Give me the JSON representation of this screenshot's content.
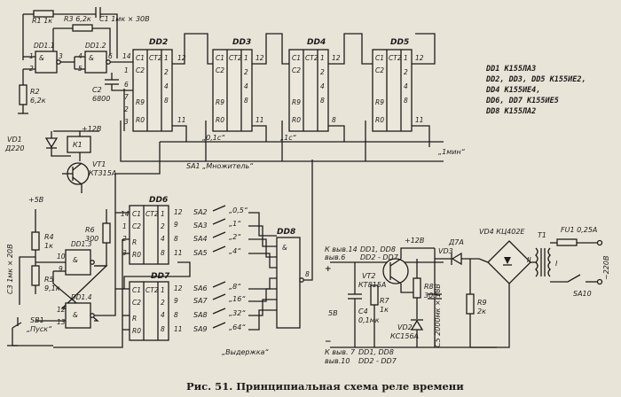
{
  "caption": "Рис. 51. Принципиальная схема реле времени",
  "chips": {
    "dd1_1": "DD1.1",
    "dd1_2": "DD1.2",
    "dd1_3": "DD1.3",
    "dd1_4": "DD1.4",
    "dd2": "DD2",
    "dd3": "DD3",
    "dd4": "DD4",
    "dd5": "DD5",
    "dd6": "DD6",
    "dd7": "DD7",
    "dd8": "DD8"
  },
  "counter_pins": {
    "c1": "C1",
    "c2": "C2",
    "ct2": "CT2",
    "r": "R",
    "r0": "R0",
    "n1": "1",
    "n2": "2",
    "n4": "4",
    "n8": "8"
  },
  "components": {
    "r1": "R1 1к",
    "r3": "R3 6,2к",
    "c1": "C1 1мк × 30В",
    "r2": "R2",
    "r2_val": "6,2к",
    "c2": "C2",
    "c2_val": "6800",
    "vd1": "VD1",
    "vd1_val": "Д220",
    "k1": "К1",
    "plus12": "+12В",
    "vt1": "VT1",
    "vt1_val": "КТ315А",
    "r6": "R6",
    "r6_val": "300",
    "r4": "R4",
    "r4_val": "1к",
    "r5": "R5",
    "r5_val": "9,1к",
    "c3": "C3 1мк × 20В",
    "sb1": "SB1",
    "sb1_val": "„Пуск“",
    "plus5": "+5В",
    "vt2": "VT2",
    "vt2_val": "КТ815А",
    "r7": "R7",
    "r7_val": "1к",
    "r8": "R8",
    "r8_val": "300",
    "vd2": "VD2",
    "vd2_val": "КС156А",
    "c4": "C4",
    "c4_val": "0,1мк",
    "c5": "C5 2000мк × 18В",
    "vd3": "VD3",
    "vd3_val": "Д7А",
    "r9": "R9",
    "r9_val": "2к",
    "vd4": "VD4 КЦ402Е",
    "t1": "T1",
    "t1_i": "I",
    "t1_ii": "II",
    "fu1": "FU1 0,25А",
    "mains": "~220В",
    "sa10": "SA10",
    "v5": "5В",
    "out_0_1": "„0,1с“",
    "out_1": "„1с“",
    "out_1min": "„1мин“",
    "sa1": "SA1 „Множитель“",
    "vyderzhka": "„Выдержка“",
    "pos_top_1": "К выв.14",
    "pos_top_2": "выв.6",
    "pos_top_3": "DD1, DD8",
    "pos_top_4": "DD2 - DD7",
    "neg_bot_1": "К выв. 7",
    "neg_bot_2": "выв.10",
    "neg_bot_3": "DD1, DD8",
    "neg_bot_4": "DD2 - DD7"
  },
  "multipliers": [
    {
      "sw": "SA2",
      "val": "„0,5“"
    },
    {
      "sw": "SA3",
      "val": "„1“"
    },
    {
      "sw": "SA4",
      "val": "„2“"
    },
    {
      "sw": "SA5",
      "val": "„4“"
    },
    {
      "sw": "SA6",
      "val": "„8“"
    },
    {
      "sw": "SA7",
      "val": "„16“"
    },
    {
      "sw": "SA8",
      "val": "„32“"
    },
    {
      "sw": "SA9",
      "val": "„64“"
    }
  ],
  "legend": [
    "DD1  К155ЛА3",
    "DD2, DD3, DD5  К155ИЕ2,",
    "DD4  К155ИЕ4,",
    "DD6, DD7  К155ИЕ5",
    "DD8  К155ЛА2"
  ]
}
